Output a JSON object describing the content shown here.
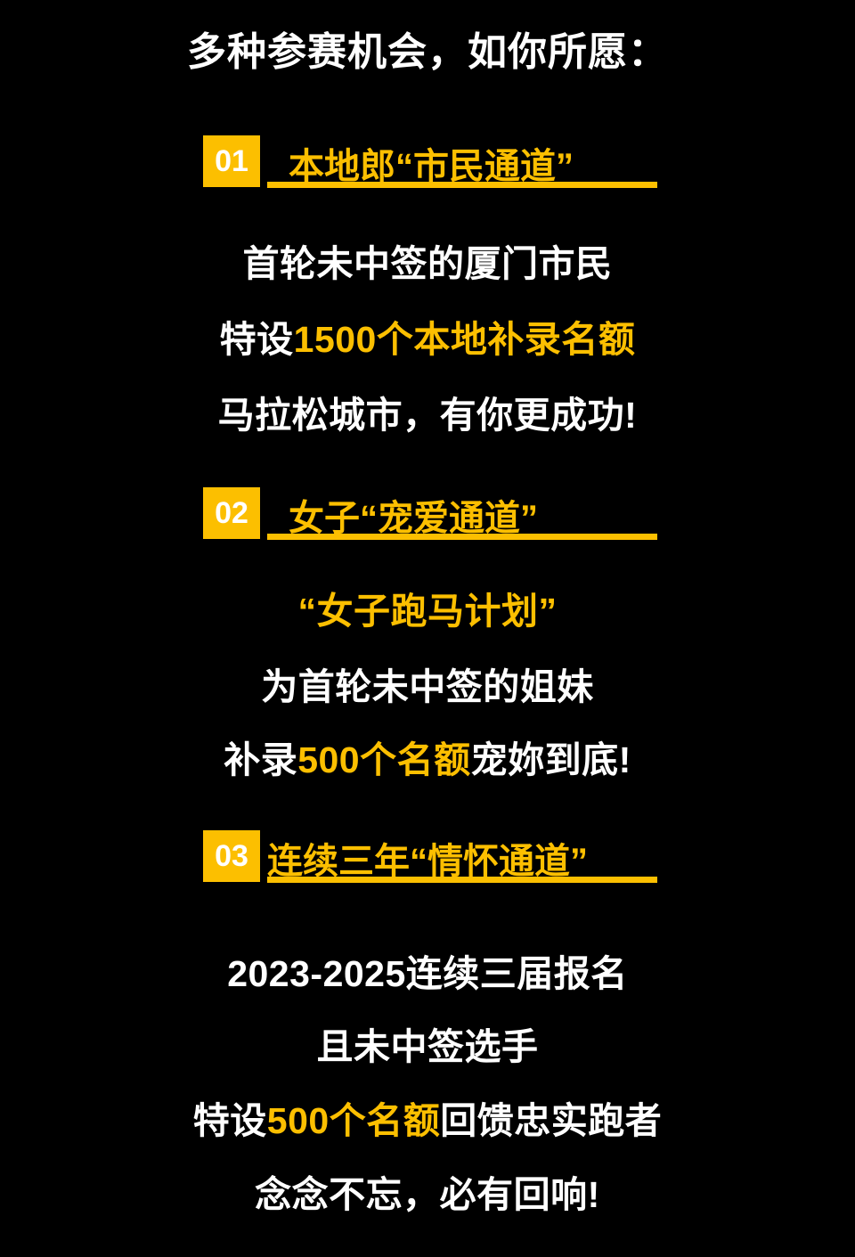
{
  "colors": {
    "background": "#000000",
    "accent": "#FCBF00",
    "text": "#FFFFFF"
  },
  "main_title": "多种参赛机会，如你所愿：",
  "sections": [
    {
      "badge": "01",
      "title": "本地郎“市民通道”",
      "lines": [
        {
          "parts": [
            {
              "text": "首轮未中签的厦门市民",
              "color": "white"
            }
          ]
        },
        {
          "parts": [
            {
              "text": "特设",
              "color": "white"
            },
            {
              "text": "1500个本地补录名额",
              "color": "accent"
            }
          ]
        },
        {
          "parts": [
            {
              "text": "马拉松城市，有你更成功!",
              "color": "white"
            }
          ]
        }
      ]
    },
    {
      "badge": "02",
      "title": "女子“宠爱通道”",
      "lines": [
        {
          "parts": [
            {
              "text": "“女子跑马计划”",
              "color": "accent"
            }
          ]
        },
        {
          "parts": [
            {
              "text": "为首轮未中签的姐妹",
              "color": "white"
            }
          ]
        },
        {
          "parts": [
            {
              "text": "补录",
              "color": "white"
            },
            {
              "text": "500个名额",
              "color": "accent"
            },
            {
              "text": "宠妳到底!",
              "color": "white"
            }
          ]
        }
      ]
    },
    {
      "badge": "03",
      "title": "连续三年“情怀通道”",
      "lines": [
        {
          "parts": [
            {
              "text": "2023-2025连续三届报名",
              "color": "white"
            }
          ]
        },
        {
          "parts": [
            {
              "text": "且未中签选手",
              "color": "white"
            }
          ]
        },
        {
          "parts": [
            {
              "text": "特设",
              "color": "white"
            },
            {
              "text": "500个名额",
              "color": "accent"
            },
            {
              "text": "回馈忠实跑者",
              "color": "white"
            }
          ]
        },
        {
          "parts": [
            {
              "text": "念念不忘，必有回响!",
              "color": "white"
            }
          ]
        }
      ]
    }
  ]
}
